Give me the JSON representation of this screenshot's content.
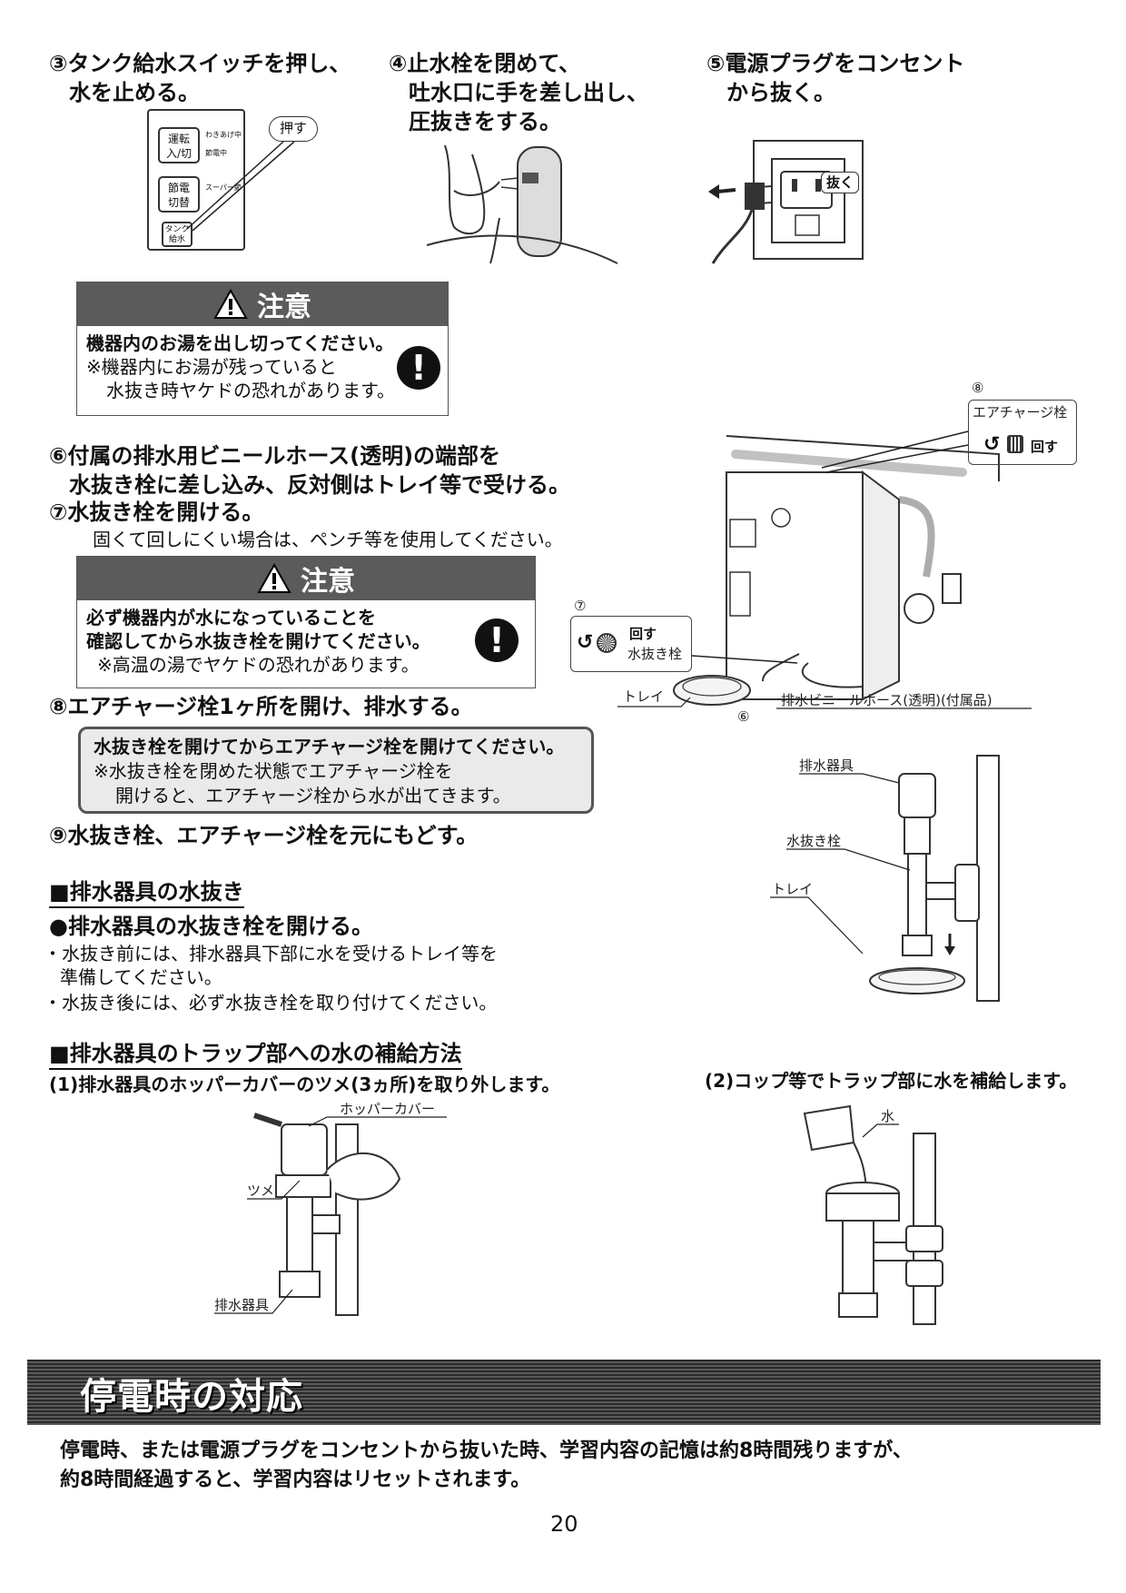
{
  "steps": {
    "s3": {
      "line1": "③タンク給水スイッチを押し、",
      "line2": "水を止める。"
    },
    "s4": {
      "line1": "④止水栓を閉めて、",
      "line2": "吐水口に手を差し出し、",
      "line3": "圧抜きをする。"
    },
    "s5": {
      "line1": "⑤電源プラグをコンセント",
      "line2": "から抜く。"
    },
    "s6": {
      "line1": "⑥付属の排水用ビニールホース(透明)の端部を",
      "line2": "水抜き栓に差し込み、反対側はトレイ等で受ける。"
    },
    "s7": {
      "line1": "⑦水抜き栓を開ける。",
      "note": "固くて回しにくい場合は、ペンチ等を使用してください。"
    },
    "s8": {
      "line1": "⑧エアチャージ栓1ヶ所を開け、排水する。"
    },
    "s9": {
      "line1": "⑨水抜き栓、エアチャージ栓を元にもどす。"
    }
  },
  "panel": {
    "btn1": [
      "運転",
      "入/切"
    ],
    "btn2": [
      "節電",
      "切替"
    ],
    "btn3": [
      "タンク",
      "給水"
    ],
    "ind1": "わきあげ中",
    "ind2": "節電中",
    "ind3": "スーパー節電",
    "push_label": "押す"
  },
  "plug_label": "抜く",
  "caution1": {
    "title": "注意",
    "bold": "機器内のお湯を出し切ってください。",
    "note1": "※機器内にお湯が残っていると",
    "note2": "水抜き時ヤケドの恐れがあります。"
  },
  "caution2": {
    "title": "注意",
    "bold1": "必ず機器内が水になっていることを",
    "bold2": "確認してから水抜き栓を開けてください。",
    "note": "※高温の湯でヤケドの恐れがあります。"
  },
  "notebox": {
    "bold": "水抜き栓を開けてからエアチャージ栓を開けてください。",
    "note1": "※水抜き栓を閉めた状態でエアチャージ栓を",
    "note2": "開けると、エアチャージ栓から水が出てきます。"
  },
  "unit_diagram": {
    "n8": "⑧",
    "air_charge": "エアチャージ栓",
    "turn1": "回す",
    "n7": "⑦",
    "turn2": "回す",
    "drain_plug": "水抜き栓",
    "tray": "トレイ",
    "hose": "排水ビニールホース(透明)(付属品)",
    "n6": "⑥"
  },
  "drain_section": {
    "title": "■排水器具の水抜き",
    "sub": "●排水器具の水抜き栓を開ける。",
    "b1a": "・水抜き前には、排水器具下部に水を受けるトレイ等を",
    "b1b": "準備してください。",
    "b2": "・水抜き後には、必ず水抜き栓を取り付けてください。",
    "lbl_fixture": "排水器具",
    "lbl_plug": "水抜き栓",
    "lbl_tray": "トレイ"
  },
  "trap_section": {
    "title": "■排水器具のトラップ部への水の補給方法",
    "step1": "(1)排水器具のホッパーカバーのツメ(3ヵ所)を取り外します。",
    "step2": "(2)コップ等でトラップ部に水を補給します。",
    "lbl_hopper": "ホッパーカバー",
    "lbl_tsume": "ツメ",
    "lbl_fixture": "排水器具",
    "lbl_water": "水"
  },
  "outage": {
    "title": "停電時の対応",
    "line1": "停電時、または電源プラグをコンセントから抜いた時、学習内容の記憶は約8時間残りますが、",
    "line2": "約8時間経過すると、学習内容はリセットされます。"
  },
  "page_number": "20"
}
